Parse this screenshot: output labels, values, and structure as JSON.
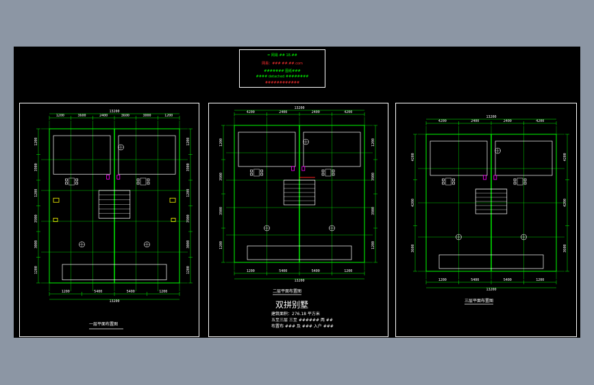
{
  "colors": {
    "bg": "#8c96a4",
    "canvas": "#000000",
    "wall": "#00ff00",
    "line": "#ffffff",
    "red": "#ff2020",
    "magenta": "#ff00ff",
    "yellow": "#ffff00",
    "cyan": "#00ffff"
  },
  "title_block": {
    "line1": "= 网易 ## 18.##",
    "line2": "网易：###  ##.##.com",
    "line3": "####### 图纸###",
    "line4": "#### detached ########",
    "line5": "############"
  },
  "plans": [
    {
      "caption": "一层平面布置图",
      "top_dims": [
        "1200",
        "3600",
        "2400",
        "3600",
        "3000",
        "1200"
      ],
      "overall_top": "13200",
      "bottom_dims": [
        "1200",
        "5400",
        "5400",
        "1200"
      ],
      "overall_bottom": "13200",
      "side_dims": [
        "1200",
        "3900",
        "1200",
        "3900",
        "3000",
        "1200"
      ]
    },
    {
      "caption": "二层平面布置图",
      "top_dims": [
        "4200",
        "2400",
        "2400",
        "4200"
      ],
      "overall_top": "13200",
      "bottom_dims": [
        "1200",
        "5400",
        "5400",
        "1200"
      ],
      "overall_bottom": "13200",
      "side_dims": [
        "1200",
        "3900",
        "3900",
        "1200"
      ]
    },
    {
      "caption": "三层平面布置图",
      "top_dims": [
        "4200",
        "2400",
        "2400",
        "4200"
      ],
      "overall_top": "13200",
      "bottom_dims": [
        "1200",
        "5400",
        "5400",
        "1200"
      ],
      "overall_bottom": "13200",
      "side_dims": [
        "4200",
        "4200",
        "3600"
      ]
    }
  ],
  "project_title": "双拼别墅",
  "desc_line1": "建筑面积：276.18 平方米",
  "desc_line2": "五至三层 三至 ###### 两 ##",
  "desc_line3": "布置布 ### 及 ### 入户 ###"
}
